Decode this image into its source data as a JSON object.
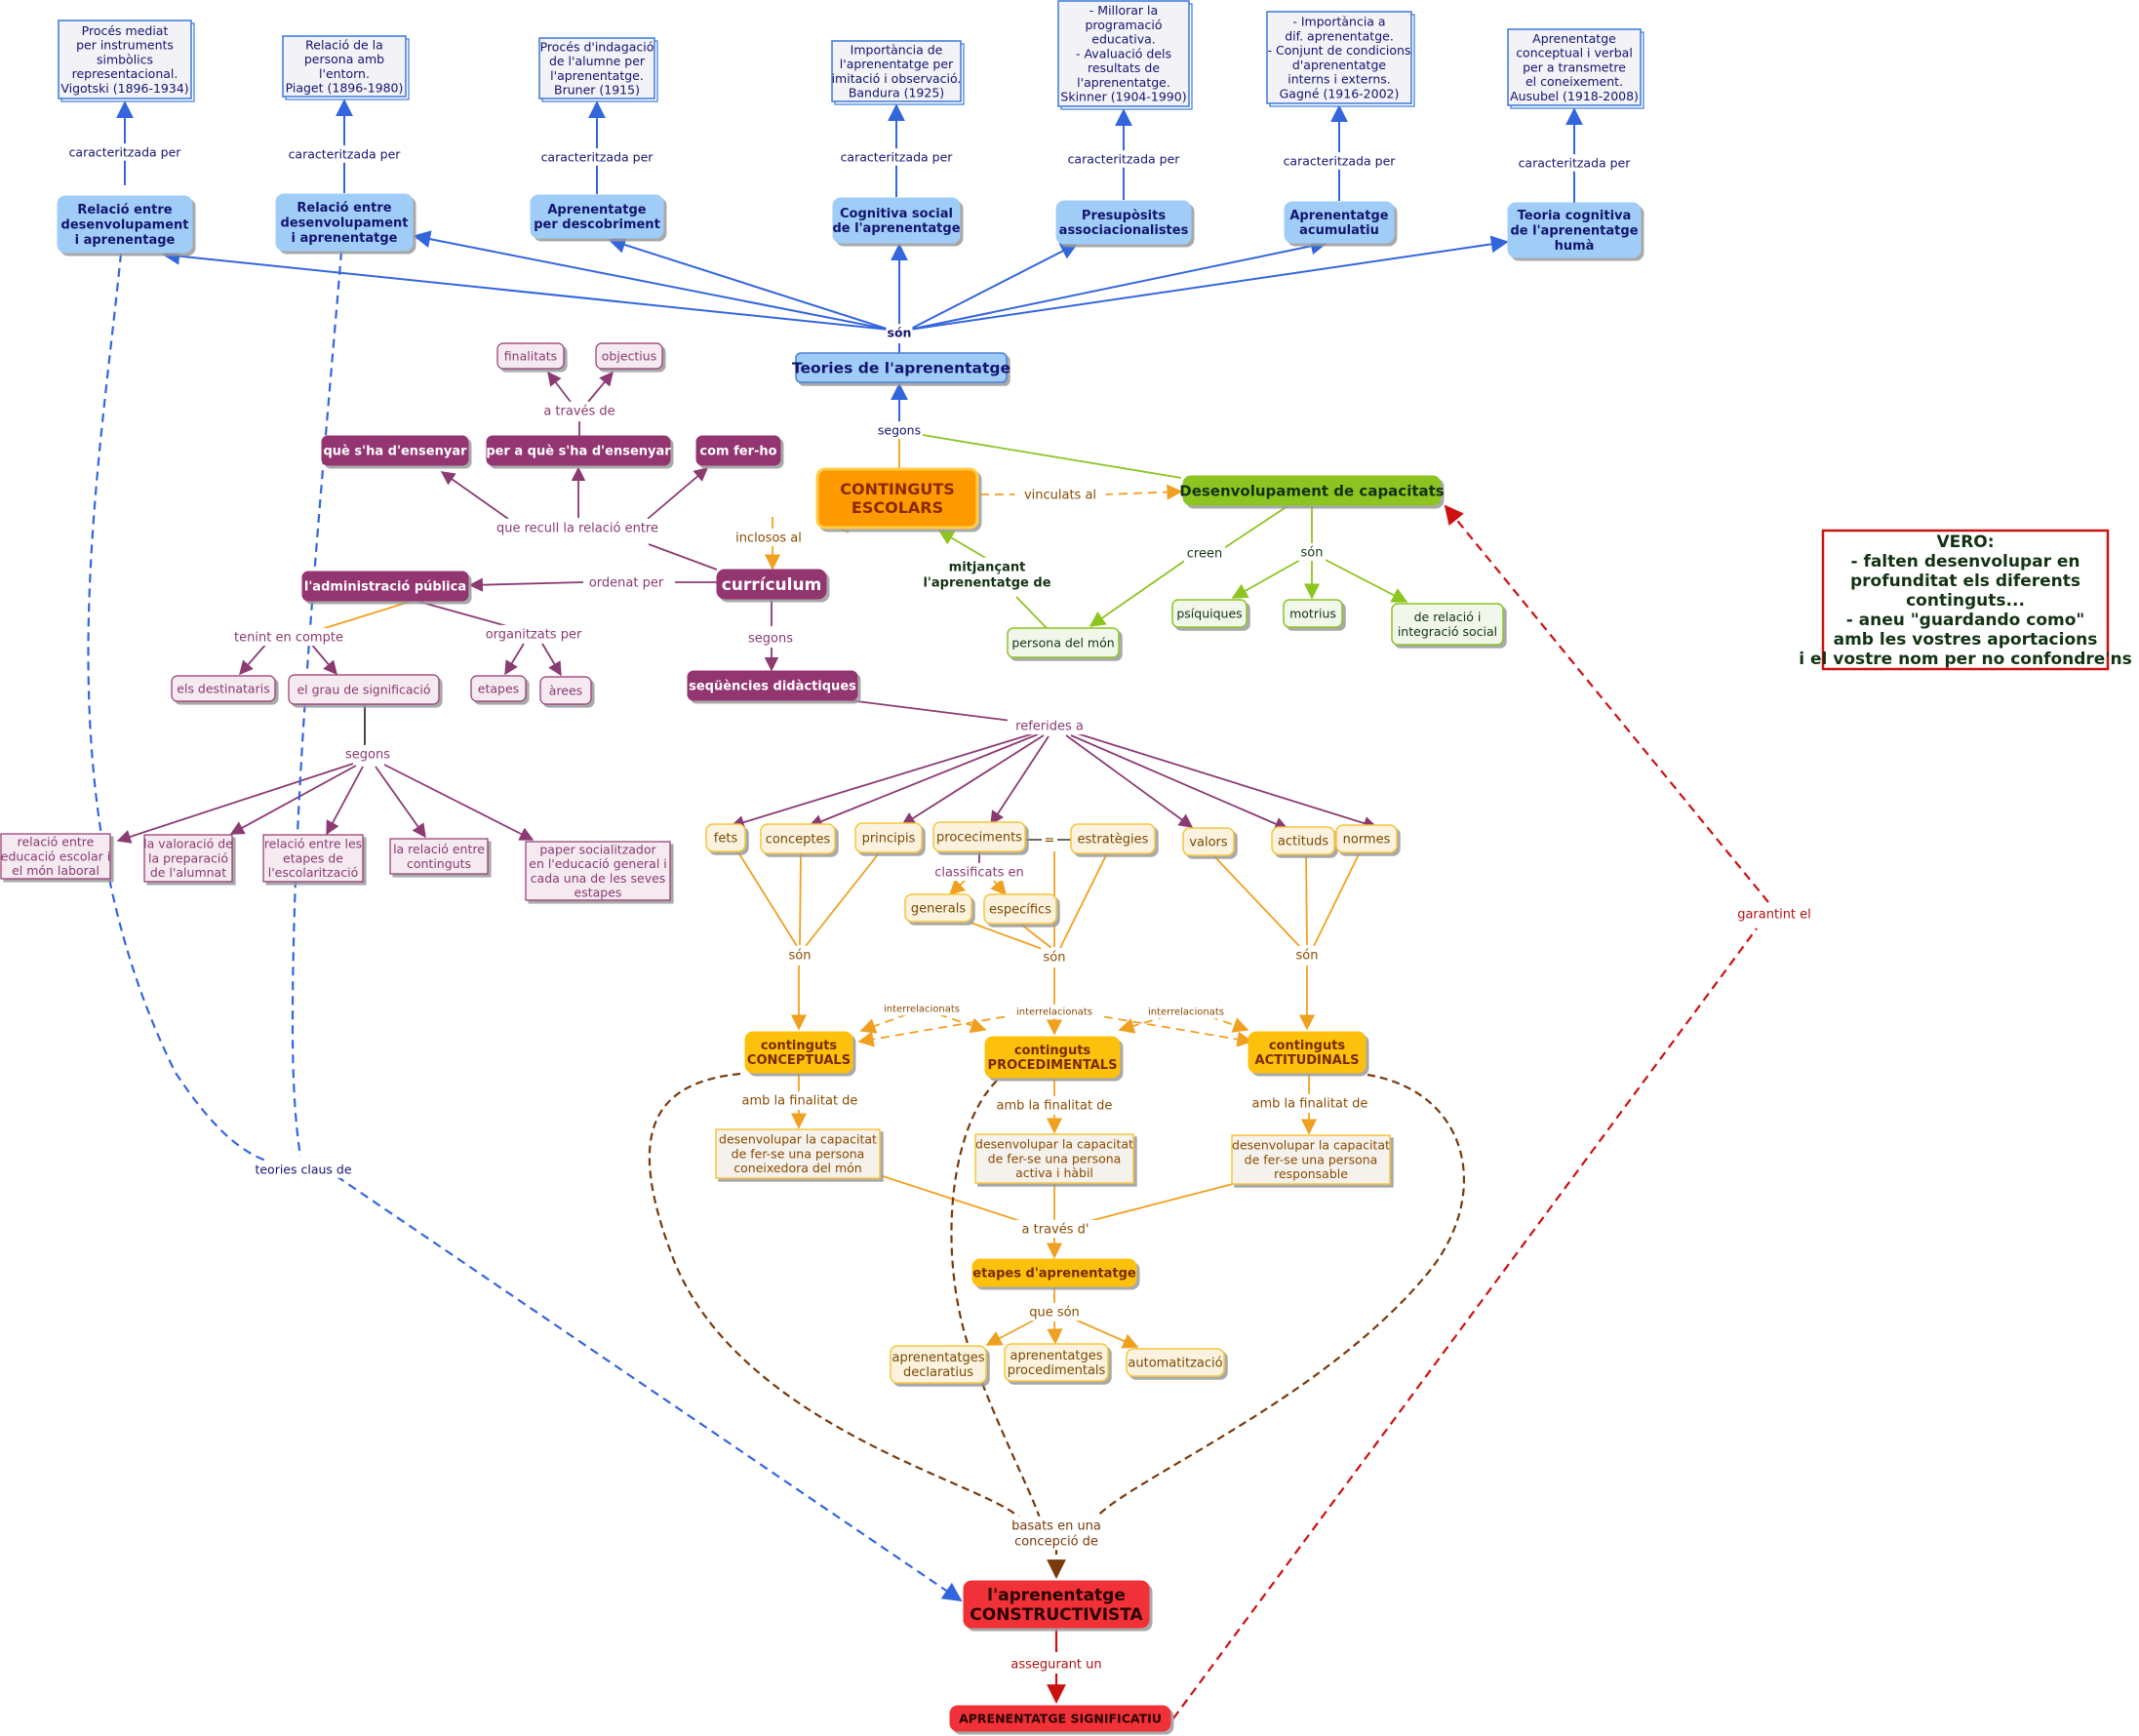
{
  "colors": {
    "blue": "#3366dd",
    "blue_fill": "#9fcdf7",
    "blue_text": "#14146e",
    "orange": "#f0a020",
    "orange_text": "#8a4a00",
    "green": "#8cc420",
    "green_text": "#123312",
    "purple": "#8b3a72",
    "purple_text": "#8b3a72",
    "red": "#cc1111",
    "red_fill": "#f03038",
    "dark_brown": "#7a3a0a"
  },
  "nodes": {
    "d_vygotsky": [
      "Procés mediat",
      "per instruments",
      "simbòlics",
      "representacional.",
      "Vigotski (1896-1934)"
    ],
    "d_piaget": [
      "Relació de la",
      "persona amb",
      "l'entorn.",
      "Piaget (1896-1980)"
    ],
    "d_bruner": [
      "Procés d'indagació",
      "de l'alumne per",
      "l'aprenentatge.",
      "Bruner (1915)"
    ],
    "d_bandura": [
      "Importància de",
      "l'aprenentatge per",
      "imitació i observació.",
      "Bandura (1925)"
    ],
    "d_skinner": [
      "- Millorar la",
      "programació",
      "educativa.",
      "- Avaluació dels",
      "resultats de",
      "l'aprenentatge.",
      "Skinner (1904-1990)"
    ],
    "d_gagne": [
      "- Importància a",
      "dif. aprenentatge.",
      "- Conjunt de condicions",
      "d'aprenentatge",
      "interns i externs.",
      "Gagné (1916-2002)"
    ],
    "d_ausubel": [
      "Aprenentatge",
      "conceptual i verbal",
      "per a transmetre",
      "el coneixement.",
      "Ausubel (1918-2008)"
    ],
    "t_vygotsky": [
      "Relació entre",
      "desenvolupament",
      "i aprenentage"
    ],
    "t_piaget": [
      "Relació entre",
      "desenvolupament",
      "i aprenentatge"
    ],
    "t_bruner": [
      "Aprenentatge",
      "per descobriment"
    ],
    "t_bandura": [
      "Cognitiva social",
      "de l'aprenentatge"
    ],
    "t_skinner": [
      "Presupòsits",
      "associacionalistes"
    ],
    "t_gagne": [
      "Aprenentatge",
      "acumulatiu"
    ],
    "t_ausubel": [
      "Teoria cognitiva",
      "de l'aprenentatge",
      "humà"
    ],
    "teories": [
      "Teories de l'aprenentatge"
    ],
    "continguts": [
      "CONTINGUTS",
      "ESCOLARS"
    ],
    "desenvolupament": [
      "Desenvolupament de capacitats"
    ],
    "persona_mon": [
      "persona del món"
    ],
    "psiquiques": [
      "psíquiques"
    ],
    "motrius": [
      "motrius"
    ],
    "relacio_integracio": [
      "de relació i",
      "integració social"
    ],
    "finalitats": [
      "finalitats"
    ],
    "objectius": [
      "objectius"
    ],
    "que_ensenyar": [
      "què s'ha d'ensenyar"
    ],
    "per_a_que": [
      "per a què s'ha d'ensenyar"
    ],
    "com_fer": [
      "com fer-ho"
    ],
    "curriculum": [
      "currículum"
    ],
    "administracio": [
      "l'administració pública"
    ],
    "destinataris": [
      "els destinataris"
    ],
    "grau": [
      "el grau de significació"
    ],
    "etapes": [
      "etapes"
    ],
    "arees": [
      "àrees"
    ],
    "sequencies": [
      "seqüències didàctiques"
    ],
    "s_laboral": [
      "relació entre",
      "educació escolar i",
      "el món laboral"
    ],
    "s_valoracio": [
      "la valoració de",
      "la preparació",
      "de l'alumnat"
    ],
    "s_etapes": [
      "relació entre les",
      "etapes de",
      "l'escolarització"
    ],
    "s_continguts": [
      "la relació entre",
      "continguts"
    ],
    "s_paper": [
      "paper socialitzador",
      "en l'educació general i",
      "cada una de les seves",
      "estapes"
    ],
    "fets": [
      "fets"
    ],
    "conceptes": [
      "conceptes"
    ],
    "principis": [
      "principis"
    ],
    "proceciments": [
      "proceciments"
    ],
    "estrategies": [
      "estratègies"
    ],
    "valors": [
      "valors"
    ],
    "actituds": [
      "actituds"
    ],
    "normes": [
      "normes"
    ],
    "generals": [
      "generals"
    ],
    "especifics": [
      "específics"
    ],
    "c_conceptuals": [
      "continguts",
      "CONCEPTUALS"
    ],
    "c_procedimentals": [
      "continguts",
      "PROCEDIMENTALS"
    ],
    "c_actitudinals": [
      "continguts",
      "ACTITUDINALS"
    ],
    "f_conceptuals": [
      "desenvolupar la capacitat",
      "de fer-se una persona",
      "coneixedora del món"
    ],
    "f_procedimentals": [
      "desenvolupar la capacitat",
      "de fer-se una persona",
      "activa i hàbil"
    ],
    "f_actitudinals": [
      "desenvolupar la capacitat",
      "de fer-se una persona",
      "responsable"
    ],
    "etapes_apr": [
      "etapes d'aprenentatge"
    ],
    "declaratius": [
      "aprenentatges",
      "declaratius"
    ],
    "procedimentals_apr": [
      "aprenentatges",
      "procedimentals"
    ],
    "automatitzacio": [
      "automatització"
    ],
    "constructivista": [
      "l'aprenentatge",
      "CONSTRUCTIVISTA"
    ],
    "significatiu": [
      "APRENENTATGE SIGNIFICATIU"
    ],
    "vero": [
      "VERO:",
      "- falten desenvolupar en",
      "profunditat els diferents",
      "continguts...",
      "- aneu \"guardando como\"",
      "amb les vostres aportacions",
      "i el vostre nom per no confondre'ns"
    ]
  },
  "links": {
    "caracteritzada_1": "caracteritzada per",
    "caracteritzada_2": "caracteritzada per",
    "caracteritzada_3": "caracteritzada per",
    "caracteritzada_4": "caracteritzada per",
    "caracteritzada_5": "caracteritzada per",
    "caracteritzada_6": "caracteritzada per",
    "caracteritzada_7": "caracteritzada per",
    "son_teories": "són",
    "segons_top": "segons",
    "vinculats": "vinculats al",
    "creen": "creen",
    "son_cap": "són",
    "mitjancant": "mitjançant\nl'aprenentatge de",
    "a_traves_de": "a través de",
    "que_recull": "que recull la relació entre",
    "inclosos": "inclosos al",
    "ordenat": "ordenat per",
    "tenint": "tenint en compte",
    "organitzats": "organitzats per",
    "segons_curr": "segons",
    "segons_grau": "segons",
    "referides": "referides a",
    "eq": "=",
    "classificats": "classificats en",
    "son_c": "són",
    "son_p": "són",
    "son_a": "són",
    "interrel_1": "interrelacionats",
    "interrel_2": "interrelacionats",
    "interrel_3": "interrelacionats",
    "finalitat_c": "amb la finalitat de",
    "finalitat_p": "amb la finalitat de",
    "finalitat_a": "amb la finalitat de",
    "a_traves_d": "a través d'",
    "que_son": "que són",
    "basats": "basats en una\nconcepció de",
    "assegurant": "assegurant un",
    "teories_claus": "teories claus de",
    "garantint": "garantint el"
  }
}
